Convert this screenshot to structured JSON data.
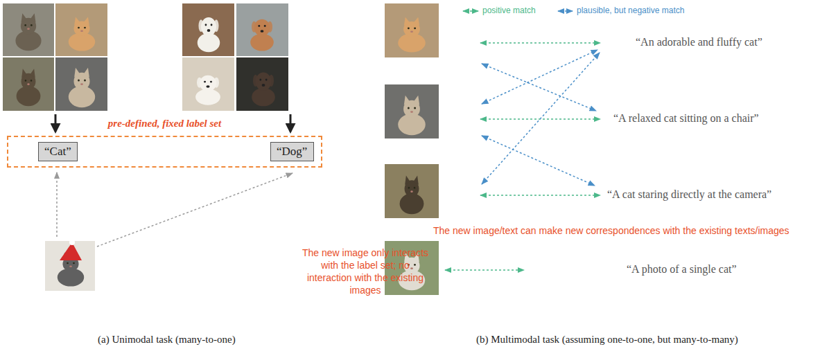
{
  "diagram": {
    "nodes": [
      {
        "text": [
          "pre-defined, fixed label set"
        ]
      },
      {
        "text": [
          "“Cat”"
        ],
        "in": 0
      },
      {
        "text": [
          "“Dog”"
        ],
        "in": 0
      }
    ],
    "labels": [
      "The new image only interacts with the label set; no interaction with the existing images",
      "“An adorable and fluffy cat”",
      "“A relaxed cat sitting on a chair”",
      "“A cat staring directly at the camera”",
      "The new image/text can make new correspondences with the existing texts/images",
      "“A photo of a single cat”",
      "(a) Unimodal task (many-to-one)",
      "(b) Multimodal task (assuming one-to-one, but many-to-many)"
    ],
    "legend": [
      {
        "text": "positive match"
      },
      {
        "text": "plausible, but negative match"
      }
    ]
  }
}
